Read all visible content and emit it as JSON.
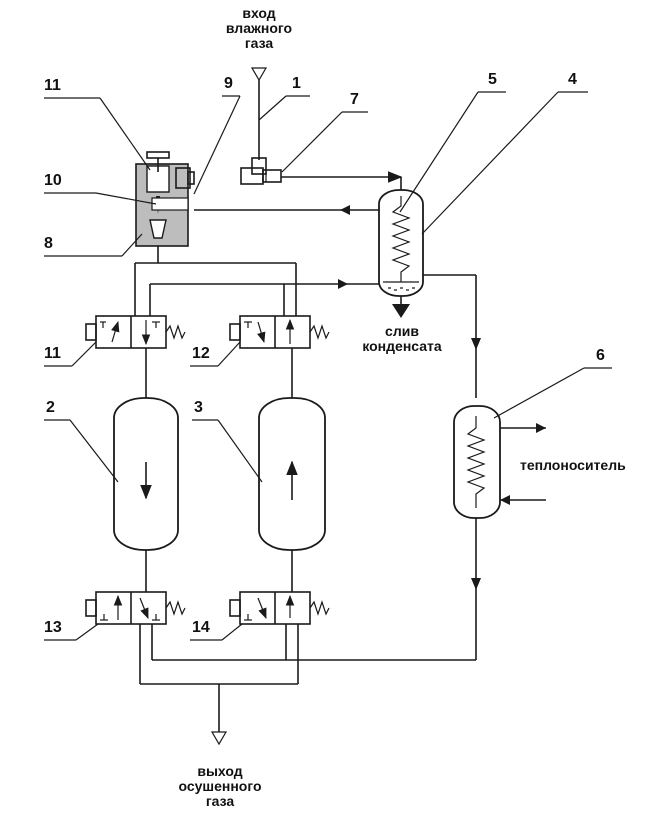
{
  "labels": {
    "n1": "1",
    "n2": "2",
    "n3": "3",
    "n4": "4",
    "n5": "5",
    "n6": "6",
    "n7": "7",
    "n8": "8",
    "n9": "9",
    "n10": "10",
    "n11a": "11",
    "n11b": "11",
    "n12": "12",
    "n13": "13",
    "n14": "14"
  },
  "captions": {
    "inlet": [
      "вход",
      "влажного",
      "газа"
    ],
    "drain": [
      "слив",
      "конденсата"
    ],
    "coolant": "теплоноситель",
    "outlet": [
      "выход",
      "осушенного",
      "газа"
    ]
  },
  "colors": {
    "line": "#1a1a1a",
    "background": "#ffffff",
    "hatch": "#bdbdbd"
  }
}
